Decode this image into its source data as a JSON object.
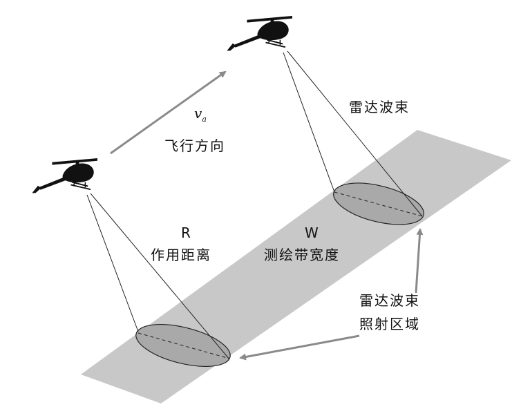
{
  "labels": {
    "velocity_symbol": "v",
    "velocity_subscript": "a",
    "flight_direction": "飞行方向",
    "radar_beam": "雷达波束",
    "range_symbol": "R",
    "range_text": "作用距离",
    "swath_symbol": "W",
    "swath_text": "测绘带宽度",
    "illuminated_line1": "雷达波束",
    "illuminated_line2": "照射区域"
  },
  "icons": {
    "aircraft": "helicopter-icon"
  },
  "colors": {
    "ground_strip": "#c8c8c8",
    "footprint_fill": "#a9a9a9",
    "arrow": "#8a8a8a",
    "beam_line": "#222222",
    "helicopter": "#111111"
  }
}
